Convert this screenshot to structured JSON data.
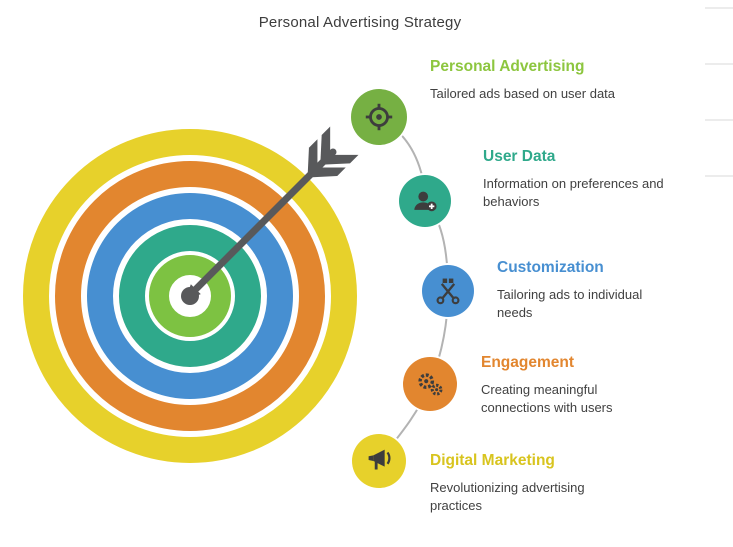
{
  "title": "Personal Advertising Strategy",
  "steps": [
    {
      "title": "Personal Advertising",
      "description": "Tailored ads based on user data",
      "circle_color": "#76b043",
      "title_color": "#8dc63f",
      "icon": "target-icon"
    },
    {
      "title": "User Data",
      "description": "Information on preferences and behaviors",
      "circle_color": "#2fa98b",
      "title_color": "#2fa98b",
      "icon": "user-add-icon"
    },
    {
      "title": "Customization",
      "description": "Tailoring ads to individual needs",
      "circle_color": "#478fd1",
      "title_color": "#478fd1",
      "icon": "customize-icon"
    },
    {
      "title": "Engagement",
      "description": "Creating meaningful connections with users",
      "circle_color": "#e2862f",
      "title_color": "#e2862f",
      "icon": "gears-icon"
    },
    {
      "title": "Digital Marketing",
      "description": "Revolutionizing advertising practices",
      "circle_color": "#e7d12b",
      "title_color": "#d8c41e",
      "icon": "megaphone-icon"
    }
  ],
  "target": {
    "rings": [
      "#e7d12b",
      "#e2862f",
      "#478fd1",
      "#2fa98b",
      "#7dc242"
    ],
    "center_dot_color": "#58595b"
  },
  "arrow": {
    "color": "#58595b"
  },
  "connector": {
    "color": "#b3b3b3"
  }
}
